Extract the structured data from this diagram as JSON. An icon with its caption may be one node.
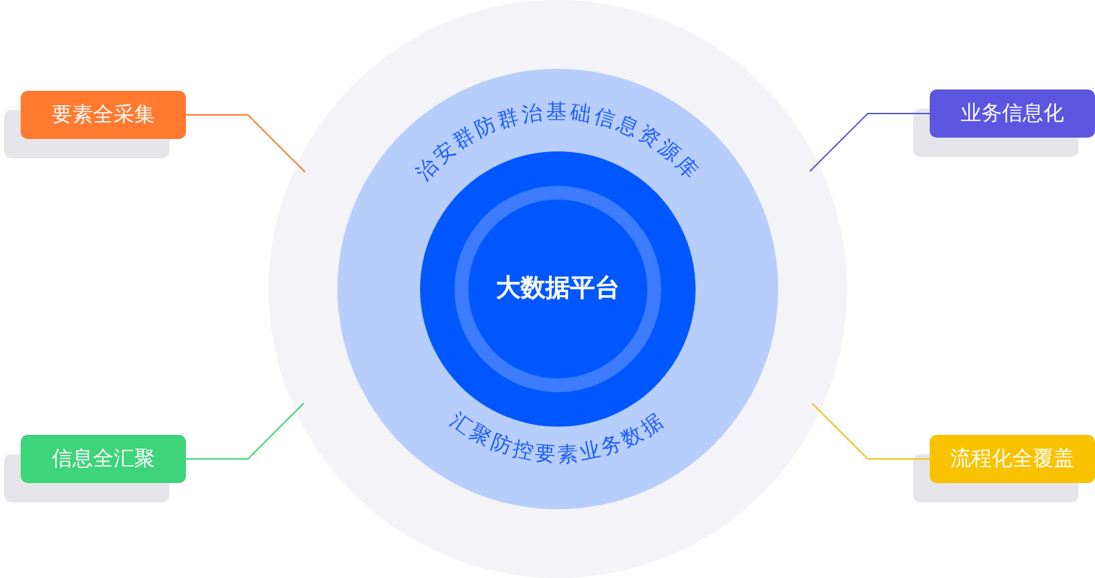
{
  "diagram": {
    "nodes": [
      {
        "text": [],
        "shape": "circle"
      },
      {
        "text": [
          "治安群防群治基础信息资源库"
        ],
        "in": 0
      },
      {
        "text": [
          "汇聚防控要素业务数据"
        ],
        "in": 0
      },
      {
        "text": [
          "大数据平台"
        ],
        "in": 0
      },
      {
        "text": [
          "要素全采集"
        ]
      },
      {
        "text": [
          "业务信息化"
        ]
      },
      {
        "text": [
          "信息全汇聚"
        ]
      },
      {
        "text": [
          "流程化全覆盖"
        ]
      }
    ],
    "edges": [
      {
        "from": 4,
        "to": 0,
        "arrow": "none",
        "color": "#ff7a2f"
      },
      {
        "from": 5,
        "to": 0,
        "arrow": "none",
        "color": "#5b55e0"
      },
      {
        "from": 6,
        "to": 0,
        "arrow": "none",
        "color": "#3ed47a"
      },
      {
        "from": 7,
        "to": 0,
        "arrow": "none",
        "color": "#f3c21a"
      }
    ]
  }
}
